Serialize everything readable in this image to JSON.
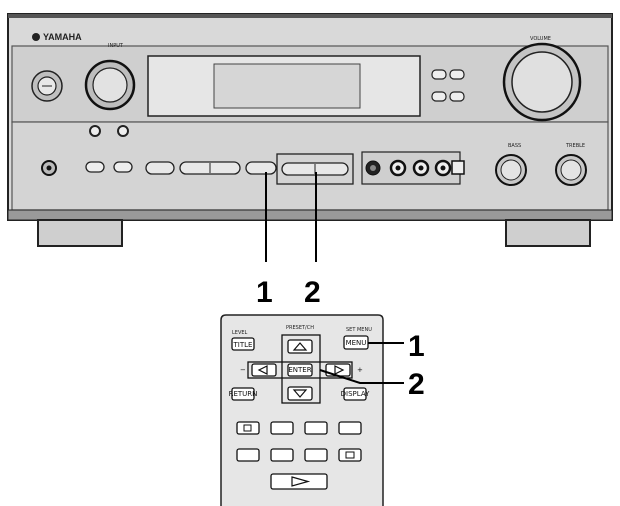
{
  "receiver": {
    "brand": "YAMAHA",
    "labels": {
      "input": "INPUT",
      "volume": "VOLUME",
      "bass": "BASS",
      "treble": "TREBLE"
    }
  },
  "remote": {
    "labels": {
      "level": "LEVEL",
      "title": "TITLE",
      "preset_ch": "PRESET/CH",
      "set_menu": "SET MENU",
      "menu": "MENU",
      "enter": "ENTER",
      "return": "RETURN",
      "display": "DISPLAY",
      "minus": "−",
      "plus": "+"
    }
  },
  "callouts": {
    "front_1": "1",
    "front_2": "2",
    "remote_1": "1",
    "remote_2": "2"
  },
  "icons": {
    "up": "triangle-up-icon",
    "down": "triangle-down-icon",
    "left": "triangle-left-icon",
    "right": "triangle-right-icon",
    "stop": "square-stop-icon",
    "play": "play-icon"
  }
}
